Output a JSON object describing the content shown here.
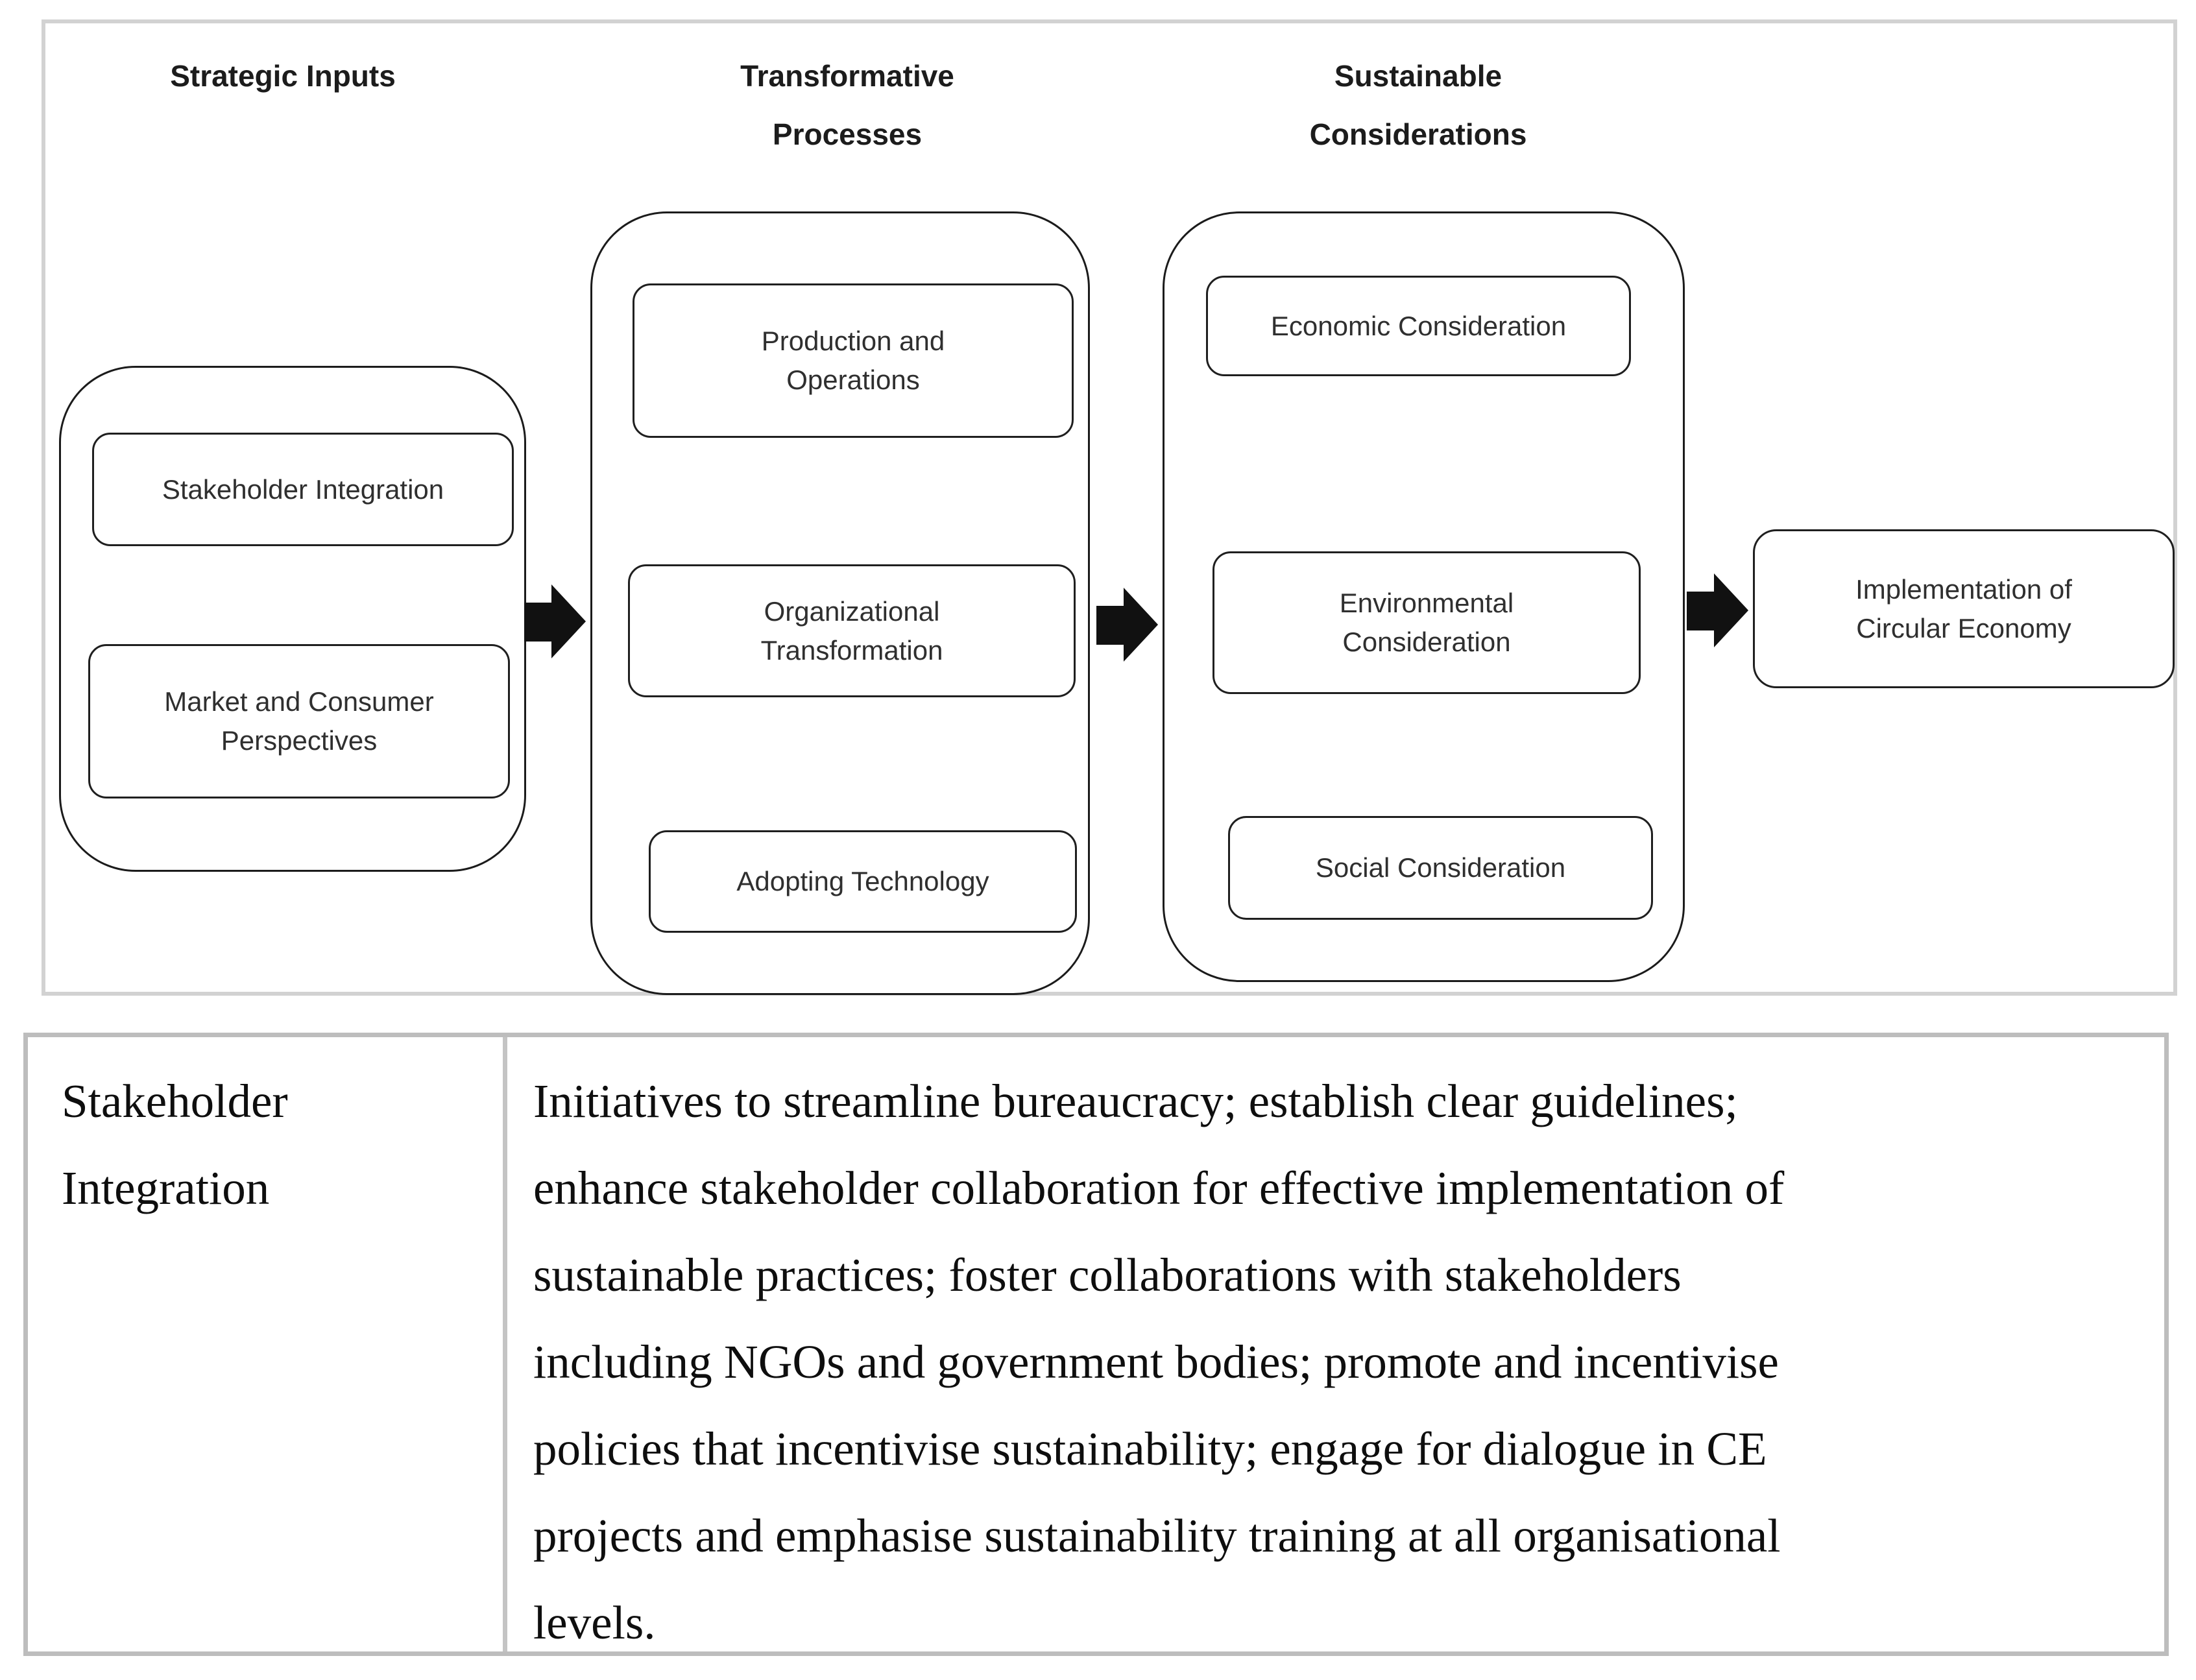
{
  "diagram": {
    "headers": [
      "Strategic Inputs",
      "Transformative\nProcesses",
      "Sustainable\nConsiderations"
    ],
    "strategic_inputs": {
      "items": [
        "Stakeholder Integration",
        "Market and Consumer\nPerspectives"
      ]
    },
    "transformative_processes": {
      "items": [
        "Production and\nOperations",
        "Organizational\nTransformation",
        "Adopting Technology"
      ]
    },
    "sustainable_considerations": {
      "items": [
        "Economic Consideration",
        "Environmental\nConsideration",
        "Social Consideration"
      ]
    },
    "outcome": "Implementation of\nCircular Economy",
    "arrow_color": "#111111",
    "border_color": "#1b1b1b"
  },
  "table": {
    "rows": [
      {
        "term": "Stakeholder\nIntegration",
        "definition": "Initiatives to streamline bureaucracy; establish clear guidelines;\nenhance stakeholder collaboration for effective implementation of\nsustainable practices; foster collaborations with stakeholders\nincluding NGOs and government bodies; promote and incentivise\npolicies that incentivise sustainability; engage for dialogue in CE\nprojects and emphasise sustainability training at all organisational\nlevels."
      }
    ]
  }
}
